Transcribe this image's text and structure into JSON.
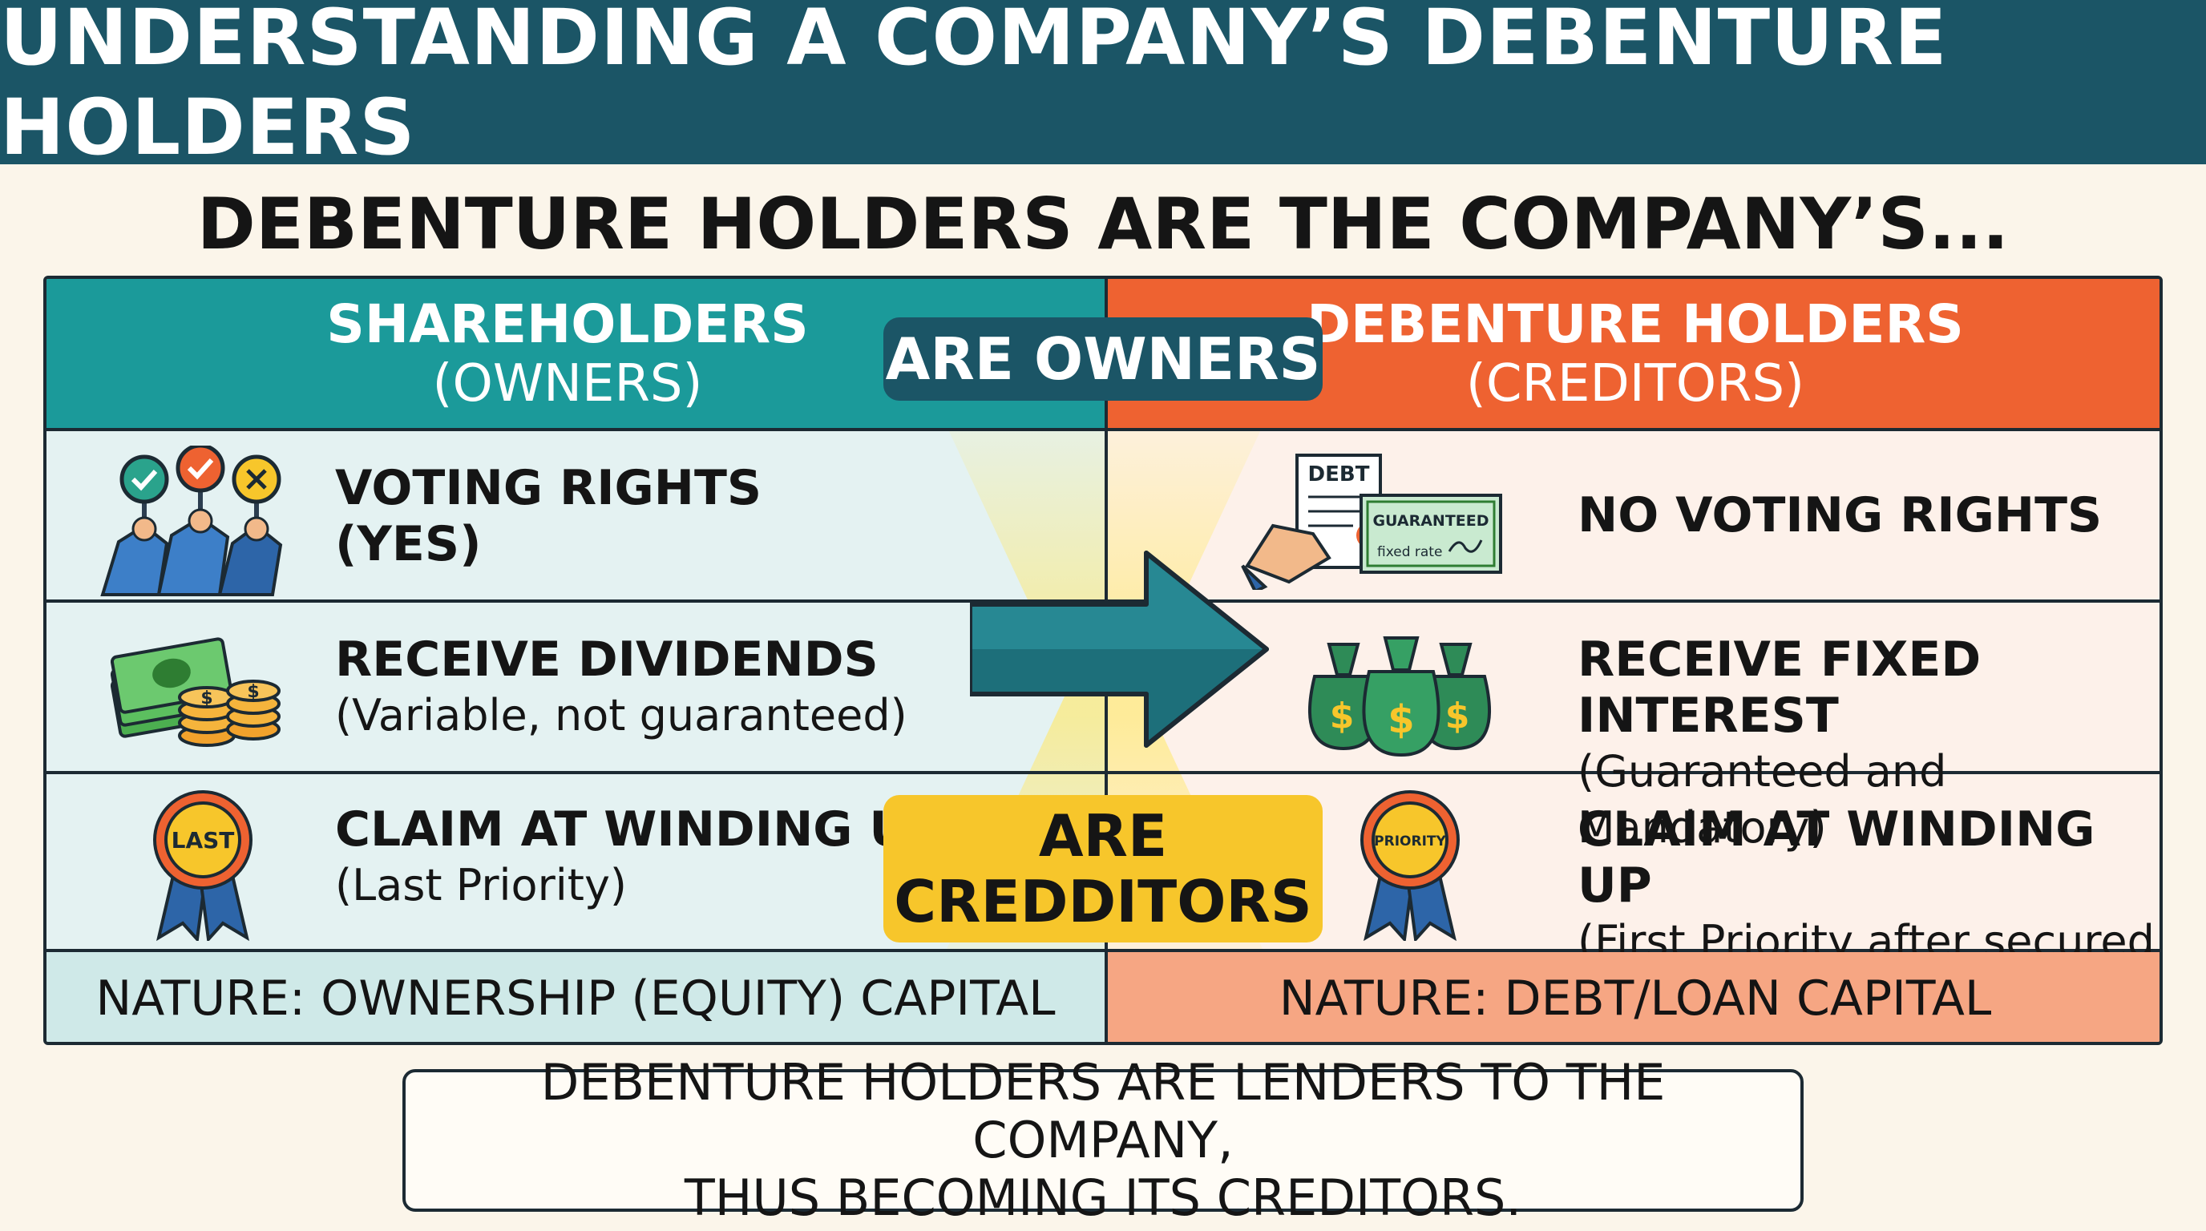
{
  "title": "UNDERSTANDING A COMPANY’S DEBENTURE HOLDERS",
  "subtitle": "DEBENTURE HOLDERS ARE THE COMPANY’S...",
  "left_header": {
    "line1": "SHAREHOLDERS",
    "line2": "(OWNERS)"
  },
  "right_header": {
    "line1": "DEBENTURE HOLDERS",
    "line2": "(CREDITORS)"
  },
  "center_labels": {
    "owners": "ARE OWNERS",
    "creditors_line1": "ARE",
    "creditors_line2": "CREDDITORS"
  },
  "left_rows": [
    {
      "main": "VOTING RIGHTS",
      "sub": "(YES)",
      "icon": "voting-hands-icon"
    },
    {
      "main": "RECEIVE DIVIDENDS",
      "sub": "(Variable, not guaranteed)",
      "icon": "cash-coins-icon"
    },
    {
      "main": "CLAIM AT WINDING UP",
      "sub": "(Last Priority)",
      "icon": "last-ribbon-icon"
    }
  ],
  "right_rows": [
    {
      "main": "NO VOTING RIGHTS",
      "sub": "",
      "icon": "debt-certificate-icon"
    },
    {
      "main": "RECEIVE FIXED INTEREST",
      "sub": "(Guaranteed and Mandatory)",
      "icon": "money-bags-icon"
    },
    {
      "main": "CLAIM AT WINDING UP",
      "sub": "(First Priority after secured loans)",
      "icon": "priority-ribbon-icon"
    }
  ],
  "icon_text": {
    "debt": "DEBT",
    "guaranteed": "GUARANTEED",
    "fixed_rate": "fixed rate",
    "last": "LAST",
    "priority": "PRIORITY"
  },
  "nature": {
    "left": "NATURE: OWNERSHIP (EQUITY) CAPITAL",
    "right": "NATURE: DEBT/LOAN CAPITAL"
  },
  "footer": {
    "line1": "DEBENTURE HOLDERS ARE LENDERS TO THE COMPANY,",
    "line2": "THUS BECOMING ITS CREDITORS."
  },
  "colors": {
    "banner": "#1b5566",
    "teal": "#1b9a9a",
    "orange": "#ee6231",
    "yellow": "#f7c62b"
  }
}
